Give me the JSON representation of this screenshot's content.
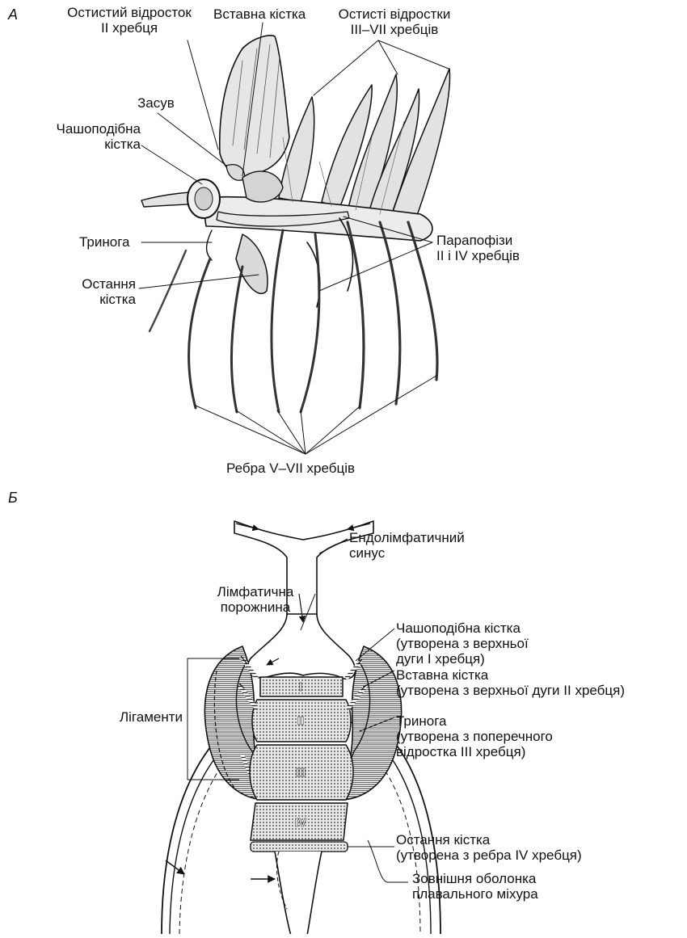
{
  "panel_a": {
    "letter": "А",
    "labels": {
      "spinous_ii_l1": "Остистий відросток",
      "spinous_ii_l2": "II хребця",
      "intercalarium": "Вставна кістка",
      "spinous_iii_vii_l1": "Остисті відростки",
      "spinous_iii_vii_l2": "III–VII хребців",
      "claustrum": "Засув",
      "scaphium_l1": "Чашоподібна",
      "scaphium_l2": "кістка",
      "tripus": "Тринога",
      "os_suspensorium_l1": "Остання",
      "os_suspensorium_l2": "кістка",
      "parapophyses_l1": "Парапофізи",
      "parapophyses_l2": "II і IV хребців",
      "ribs": "Ребра V–VII хребців"
    }
  },
  "panel_b": {
    "letter": "Б",
    "labels": {
      "endolymph_l1": "Ендолімфатичний",
      "endolymph_l2": "синус",
      "lymph_l1": "Лімфатична",
      "lymph_l2": "порожнина",
      "scaphium_l1": "Чашоподібна кістка",
      "scaphium_l2": "(утворена з верхньої",
      "scaphium_l3": "дуги I хребця)",
      "intercalarium_l1": "Вставна кістка",
      "intercalarium_l2": "(утворена з верхньої дуги II хребця)",
      "ligaments": "Лігаменти",
      "tripus_l1": "Тринога",
      "tripus_l2": "(утворена з поперечного",
      "tripus_l3": "відростка III хребця)",
      "os_susp_l1": "Остання кістка",
      "os_susp_l2": "(утворена з ребра IV хребця)",
      "bladder_l1": "Зовнішня оболонка",
      "bladder_l2": "плавального міхура"
    },
    "vertebrae": [
      "I",
      "II",
      "III",
      "IV"
    ]
  },
  "colors": {
    "ink": "#111111",
    "paper": "#ffffff",
    "bone_fill": "#d8d8d8"
  }
}
